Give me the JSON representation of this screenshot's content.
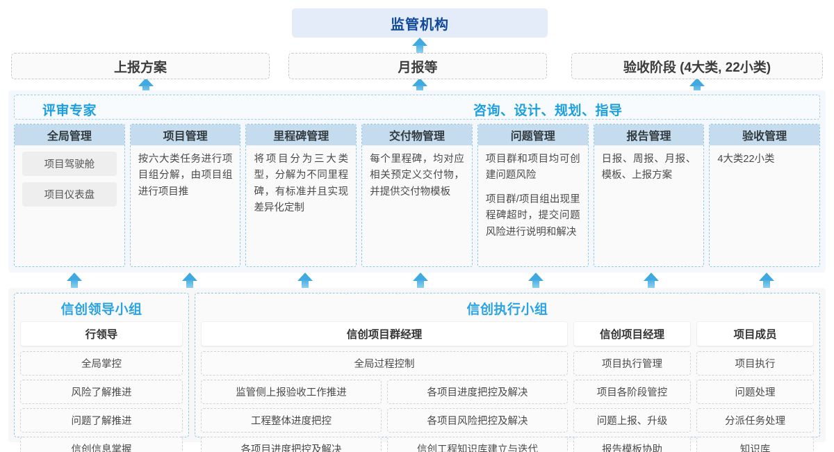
{
  "regulator": {
    "label": "监管机构"
  },
  "top_row": [
    {
      "label": "上报方案"
    },
    {
      "label": "月报等"
    },
    {
      "label": "验收阶段 (4大类, 22小类)"
    }
  ],
  "middle": {
    "header_left": "评审专家",
    "header_right": "咨询、设计、规划、指导",
    "cards": [
      {
        "title": "全局管理",
        "chips": [
          "项目驾驶舱",
          "项目仪表盘"
        ],
        "paragraphs": []
      },
      {
        "title": "项目管理",
        "chips": [],
        "paragraphs": [
          "按六大类任务进行项目组分解，由项目组进行项目推"
        ]
      },
      {
        "title": "里程碑管理",
        "chips": [],
        "paragraphs": [
          "将项目分为三大类型，分解为不同里程碑，有标准并且实现差异化定制"
        ]
      },
      {
        "title": "交付物管理",
        "chips": [],
        "paragraphs": [
          "每个里程碑，均对应相关预定义交付物，并提供交付物模板"
        ]
      },
      {
        "title": "问题管理",
        "chips": [],
        "paragraphs": [
          "项目群和项目均可创建问题风险",
          "项目群/项目组出现里程碑超时，提交问题风险进行说明和解决"
        ]
      },
      {
        "title": "报告管理",
        "chips": [],
        "paragraphs": [
          "日报、周报、月报、模板、上报方案"
        ]
      },
      {
        "title": "验收管理",
        "chips": [],
        "paragraphs": [
          "4大类22小类"
        ]
      }
    ]
  },
  "bottom": {
    "leading_group": {
      "title": "信创领导小组",
      "column": {
        "head": "行领导",
        "cells": [
          "全局掌控",
          "风险了解推进",
          "问题了解推进",
          "信创信息掌握"
        ]
      }
    },
    "exec_group": {
      "title": "信创执行小组",
      "program_manager": {
        "head": "信创项目群经理",
        "full_cell": "全局过程控制",
        "left_cells": [
          "监管侧上报验收工作推进",
          "工程整体进度把控",
          "各项目进度把控及解决"
        ],
        "right_cells": [
          "各项目进度把控及解决",
          "各项目风险把控及解决",
          "信创工程知识库建立与迭代"
        ]
      },
      "project_manager": {
        "head": "信创项目经理",
        "cells": [
          "项目执行管理",
          "项目各阶段管控",
          "问题上报、升级",
          "报告模板协助"
        ]
      },
      "project_member": {
        "head": "项目成员",
        "cells": [
          "项目执行",
          "问题处理",
          "分派任务处理",
          "知识库"
        ]
      }
    }
  },
  "colors": {
    "accent_blue": "#1b9fe0",
    "deep_blue": "#10499b",
    "card_head": "#c4dcee",
    "arrow": "#3fa9e0",
    "band_bg": "#f4f8fc"
  }
}
